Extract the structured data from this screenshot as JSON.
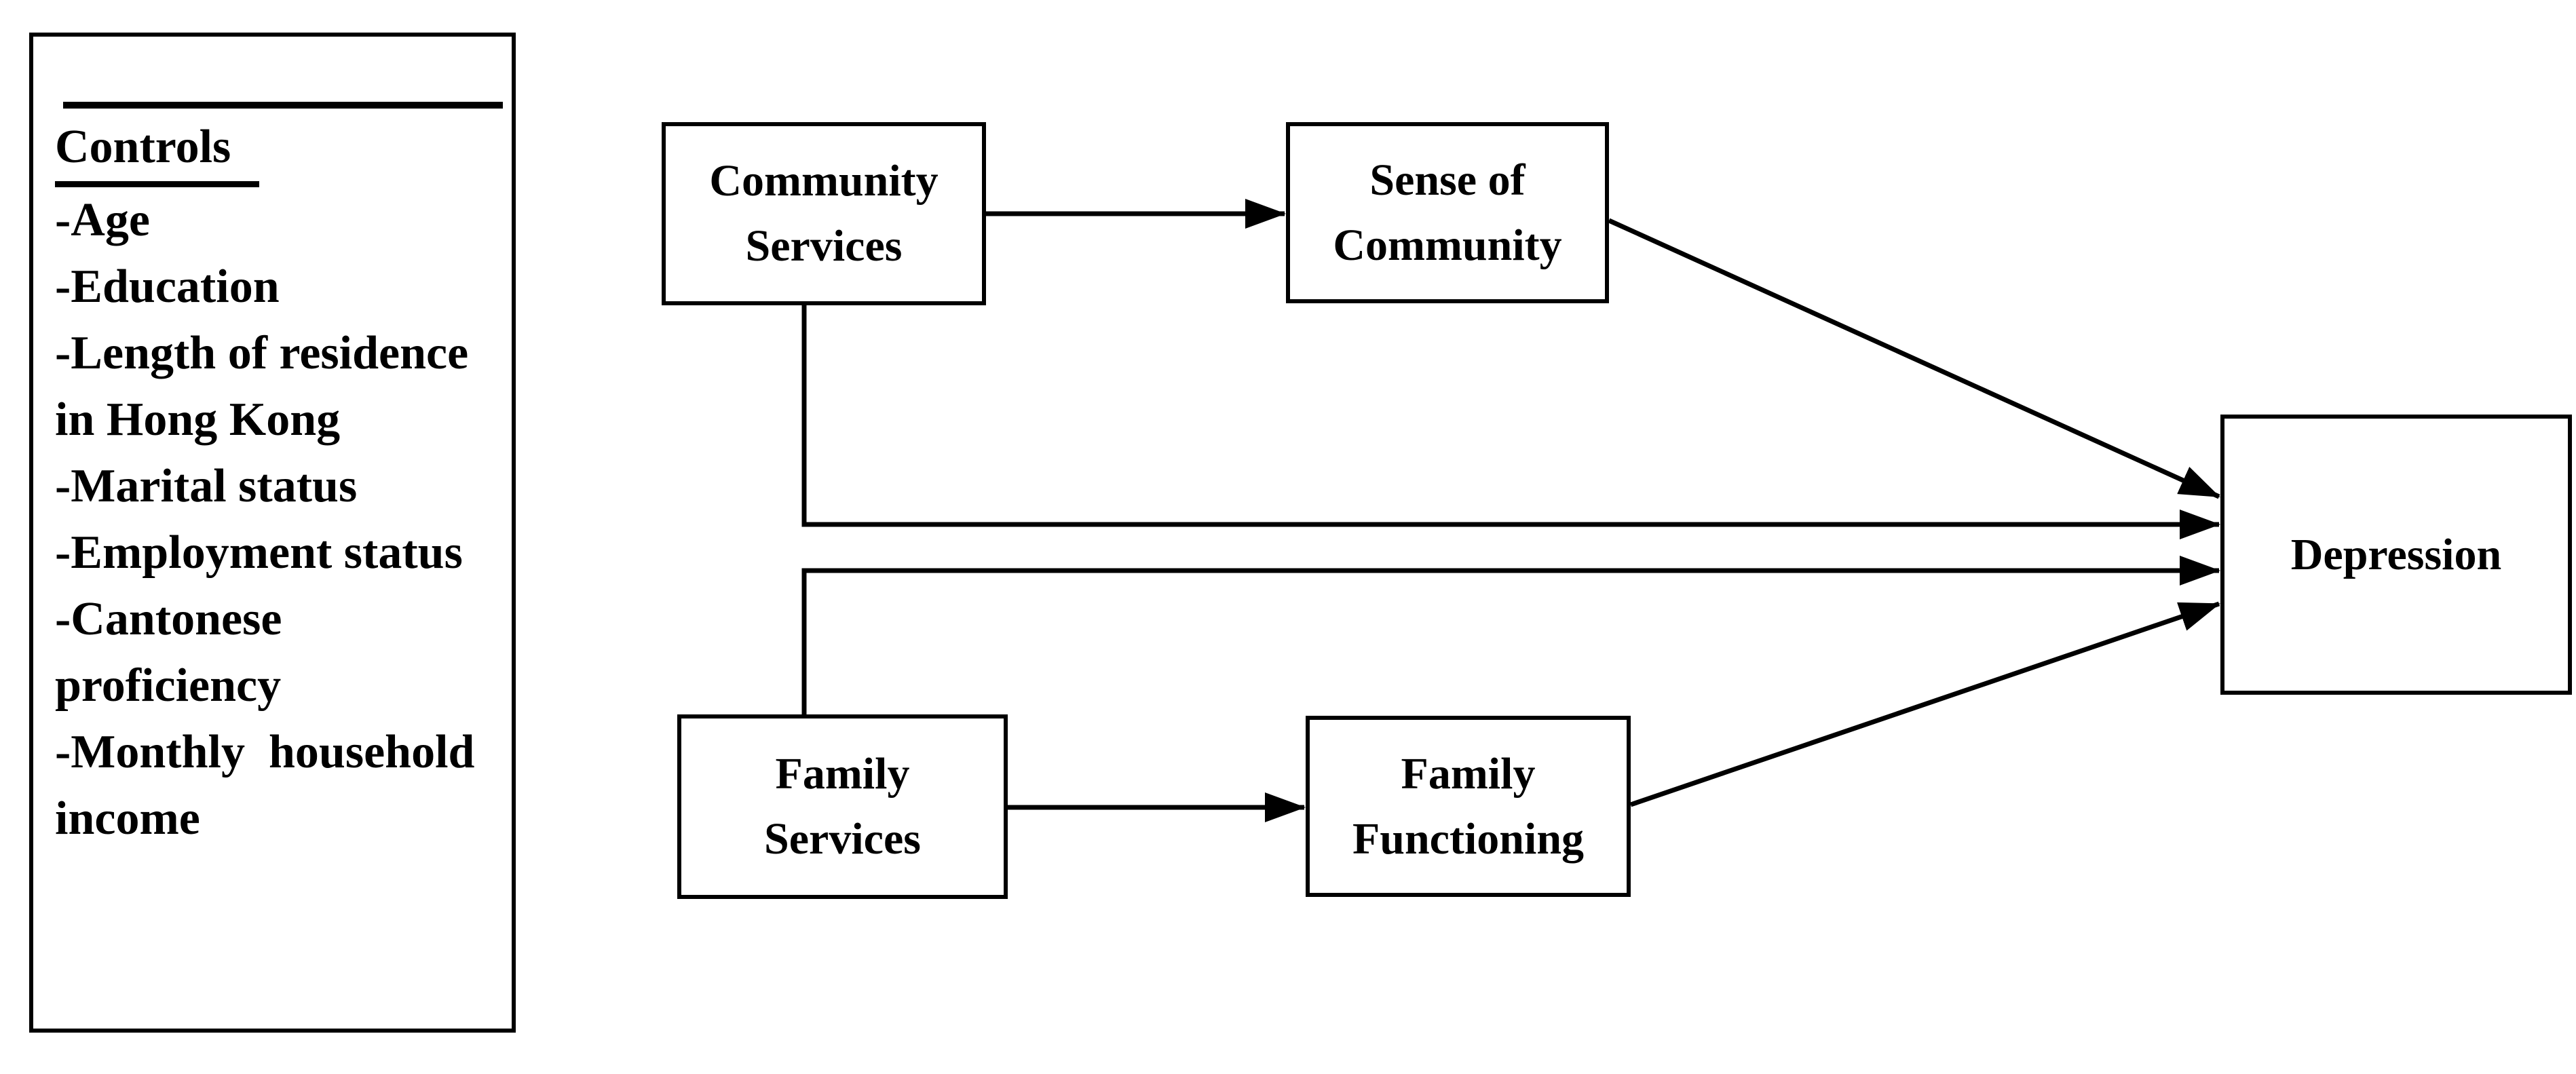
{
  "figure": {
    "background_color": "#ffffff",
    "ink_color": "#000000"
  },
  "controls_panel": {
    "heading": "Controls",
    "items": [
      "-Age",
      "-Education",
      "-Length of residence\nin Hong Kong",
      "-Marital status",
      "-Employment status",
      "-Cantonese\nproficiency",
      "-Monthly  household\nincome"
    ]
  },
  "nodes": {
    "community_services": {
      "label": "Community\nServices"
    },
    "sense_of_community": {
      "label": "Sense of\nCommunity"
    },
    "family_services": {
      "label": "Family\nServices"
    },
    "family_functioning": {
      "label": "Family\nFunctioning"
    },
    "depression": {
      "label": "Depression"
    }
  },
  "edges": [
    {
      "from": "Community Services",
      "to": "Sense of Community"
    },
    {
      "from": "Sense of Community",
      "to": "Depression"
    },
    {
      "from": "Community Services",
      "to": "Depression"
    },
    {
      "from": "Family Services",
      "to": "Depression"
    },
    {
      "from": "Family Services",
      "to": "Family Functioning"
    },
    {
      "from": "Family Functioning",
      "to": "Depression"
    }
  ]
}
